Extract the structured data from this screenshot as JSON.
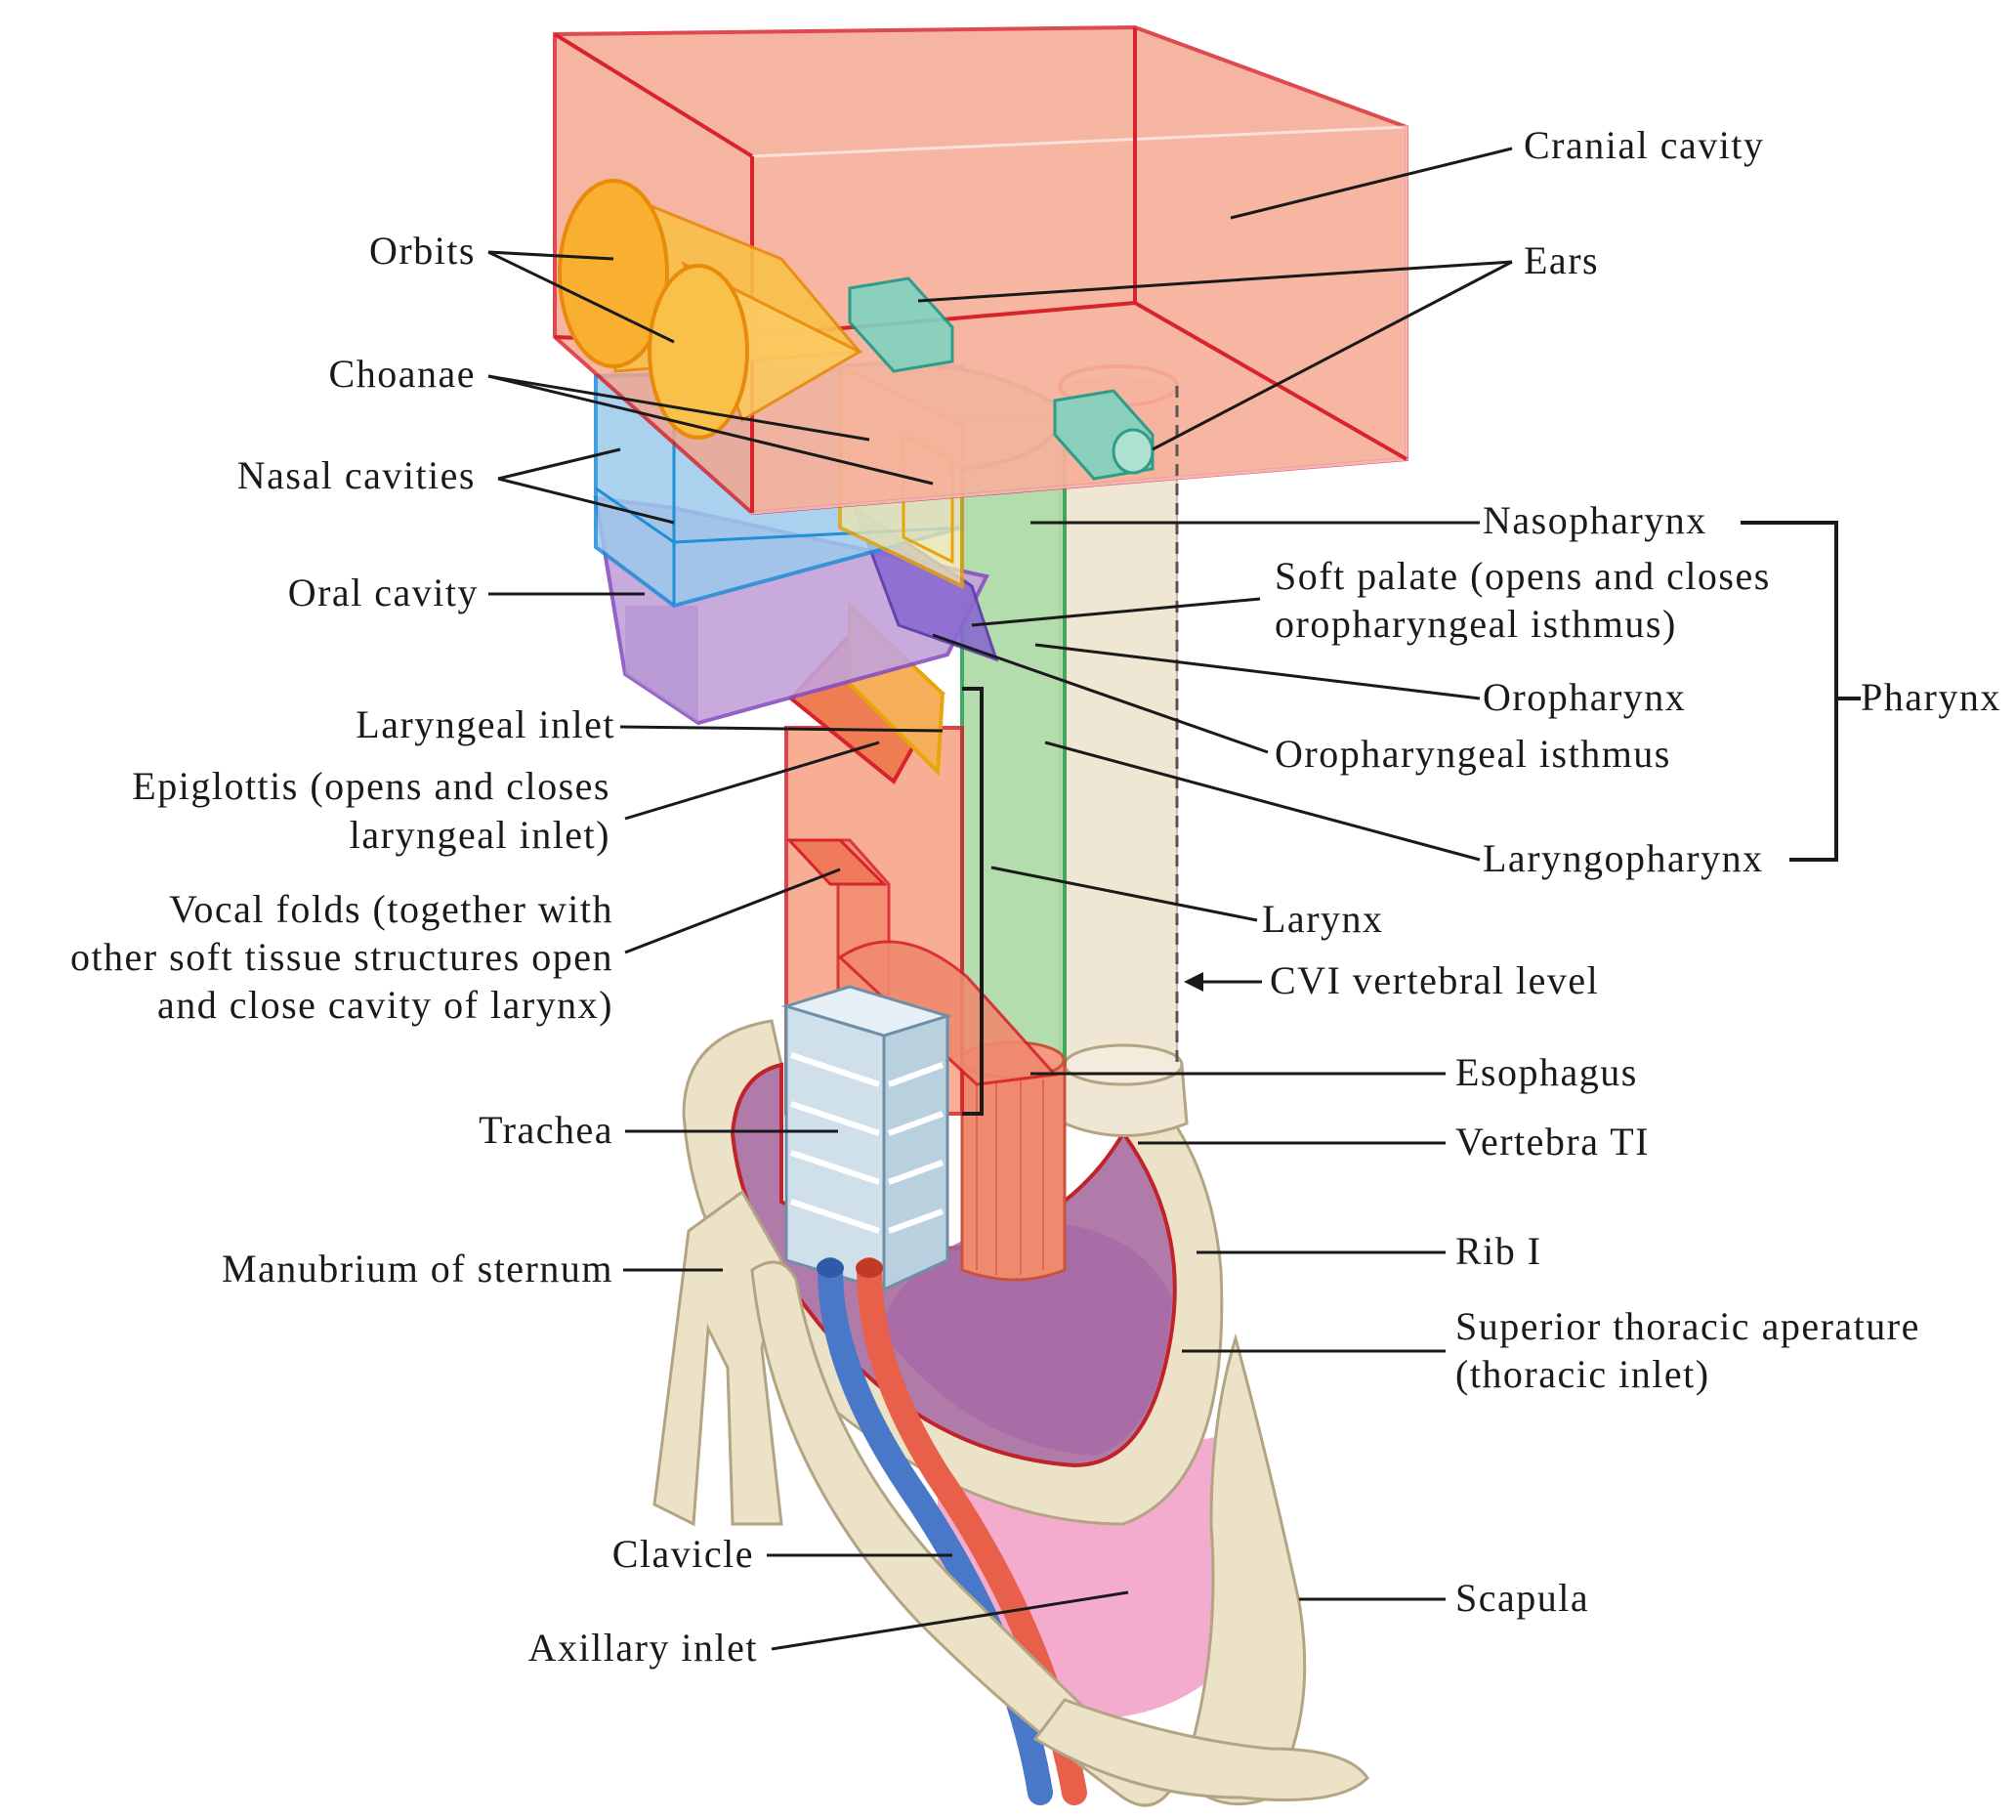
{
  "labels": {
    "cranial_cavity": "Cranial cavity",
    "ears": "Ears",
    "orbits": "Orbits",
    "choanae": "Choanae",
    "nasal_cavities": "Nasal cavities",
    "oral_cavity": "Oral cavity",
    "nasopharynx": "Nasopharynx",
    "soft_palate_1": "Soft palate (opens and closes",
    "soft_palate_2": "oropharyngeal isthmus)",
    "oropharynx": "Oropharynx",
    "pharynx": "Pharynx",
    "oropharyngeal_isthmus": "Oropharyngeal isthmus",
    "laryngopharynx": "Laryngopharynx",
    "laryngeal_inlet": "Laryngeal inlet",
    "epiglottis_1": "Epiglottis (opens and closes",
    "epiglottis_2": "laryngeal inlet)",
    "vocal_folds_1": "Vocal folds (together with",
    "vocal_folds_2": "other soft tissue structures open",
    "vocal_folds_3": "and close cavity of larynx)",
    "larynx": "Larynx",
    "cvi_level": "CVI vertebral level",
    "esophagus": "Esophagus",
    "trachea": "Trachea",
    "vertebra_ti": "Vertebra TI",
    "manubrium": "Manubrium of sternum",
    "rib_i": "Rib I",
    "sup_thoracic_1": "Superior thoracic aperature",
    "sup_thoracic_2": "(thoracic inlet)",
    "clavicle": "Clavicle",
    "axillary_inlet": "Axillary inlet",
    "scapula": "Scapula"
  },
  "colors": {
    "cranial_fill": "#f4a58c",
    "cranial_edge": "#d8232a",
    "orbit_fill": "#f9c04a",
    "nasal_fill": "#9cc9ec",
    "nasal_edge": "#1f8fd6",
    "oral_fill": "#c3a3d9",
    "oral_edge": "#8a4fc2",
    "pharynx_fill": "#a7d8a0",
    "pharynx_edge": "#1e9e4a",
    "larynx_fill": "#f7a083",
    "vertebra_fill": "#efe6d3",
    "bone_fill": "#ece2c8",
    "lung_fill": "#b07aa9",
    "axilla_fill": "#f2a3c8",
    "artery": "#e8604a",
    "vein": "#4a78c8"
  }
}
